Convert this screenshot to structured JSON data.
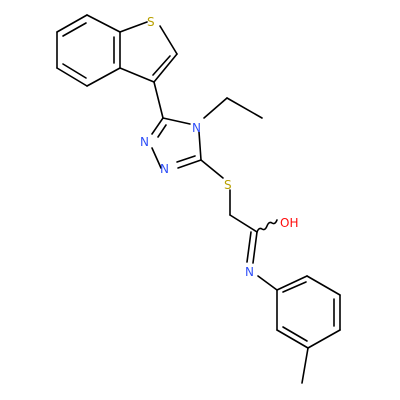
{
  "molecule": {
    "atoms": {
      "S_thiophene": {
        "symbol": "S",
        "color": "#b8a000"
      },
      "N_ethyl": {
        "symbol": "N",
        "color": "#3050f8"
      },
      "N_ring_1": {
        "symbol": "N",
        "color": "#3050f8"
      },
      "N_ring_2": {
        "symbol": "N",
        "color": "#3050f8"
      },
      "S_thioether": {
        "symbol": "S",
        "color": "#b8a000"
      },
      "O_hydroxyl": {
        "symbol": "OH",
        "color": "#ff0d0d"
      },
      "N_imine": {
        "symbol": "N",
        "color": "#3050f8"
      }
    },
    "bond_color": "#000000"
  }
}
